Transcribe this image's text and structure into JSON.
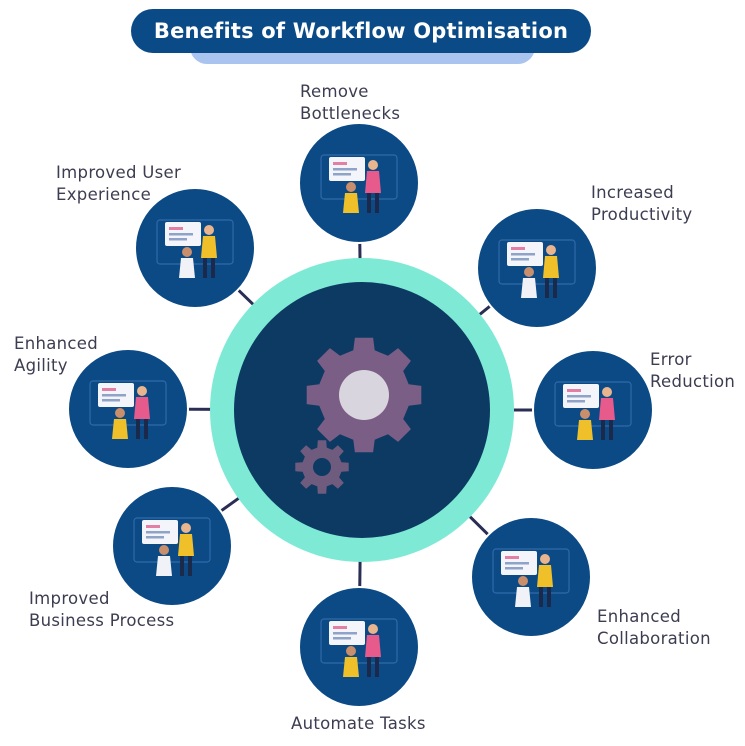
{
  "title": "Benefits of Workflow Optimisation",
  "center": {
    "icon": "gears-icon"
  },
  "benefits": [
    {
      "id": "remove-bottlenecks",
      "label": "Remove\nBottlenecks",
      "icon": "presentation-people-illustration"
    },
    {
      "id": "increased-productivity",
      "label": "Increased\nProductivity",
      "icon": "charts-woman-illustration"
    },
    {
      "id": "error-reduction",
      "label": "Error\nReduction",
      "icon": "whiteboard-discussion-illustration"
    },
    {
      "id": "enhanced-collaboration",
      "label": "Enhanced\nCollaboration",
      "icon": "video-call-illustration"
    },
    {
      "id": "automate-tasks",
      "label": "Automate Tasks",
      "icon": "laptop-worker-illustration"
    },
    {
      "id": "improved-business-process",
      "label": "Improved\nBusiness Process",
      "icon": "profile-card-illustration"
    },
    {
      "id": "enhanced-agility",
      "label": "Enhanced\nAgility",
      "icon": "pie-chart-team-illustration"
    },
    {
      "id": "improved-user-experience",
      "label": "Improved User\nExperience",
      "icon": "web-browser-illustration"
    }
  ],
  "colors": {
    "title_bg": "#0a4a86",
    "title_shadow": "#a9c4ef",
    "ring": "#7eead6",
    "center": "#0d3a63",
    "node": "#0c4a86",
    "connector": "#2a2e55",
    "gear_big": "#7b5e86",
    "gear_small": "#6f5b7e",
    "gear_hole": "#d8d5df"
  }
}
